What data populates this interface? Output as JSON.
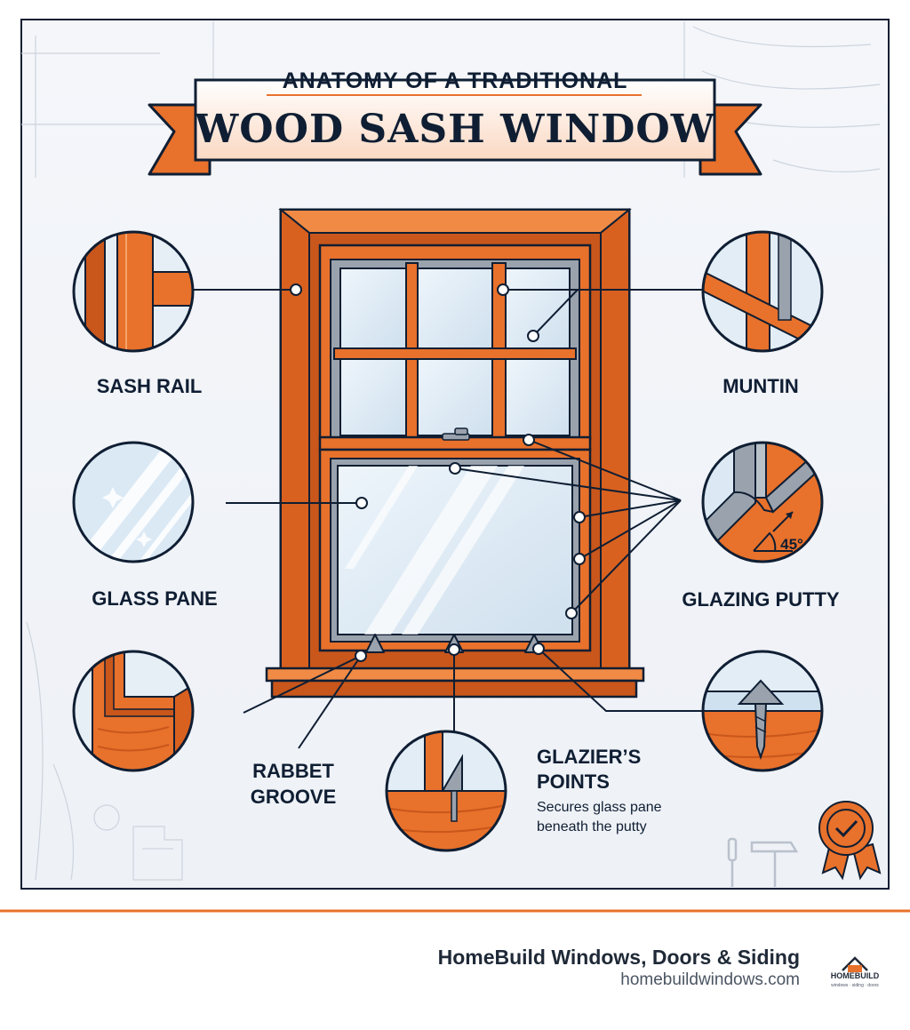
{
  "title": {
    "top_line": "ANATOMY OF A TRADITIONAL",
    "main_line": "WOOD SASH WINDOW"
  },
  "labels": {
    "sash_rail": "SASH RAIL",
    "muntin": "MUNTIN",
    "glass_pane": "GLASS PANE",
    "glazing_putty": "GLAZING PUTTY",
    "rabbet_groove_line1": "RABBET",
    "rabbet_groove_line2": "GROOVE",
    "glaziers_points_line1": "GLAZIER’S",
    "glaziers_points_line2": "POINTS",
    "glaziers_points_desc_line1": "Secures glass pane",
    "glaziers_points_desc_line2": "beneath the putty",
    "angle": "45°"
  },
  "footer": {
    "company": "HomeBuild Windows, Doors & Siding",
    "website": "homebuildwindows.com",
    "logo_word": "HOMEBUILD",
    "logo_tagline": "windows · siding · doors"
  },
  "colors": {
    "wood": "#e8712b",
    "wood_dark": "#c4541a",
    "outline": "#0f1e33",
    "glass": "#dbe9f5",
    "metal": "#9aa3ad",
    "accent_line": "#e8712b"
  },
  "icons": [
    "award-badge-icon",
    "hammer-icon",
    "screwdriver-icon",
    "can-icon"
  ]
}
